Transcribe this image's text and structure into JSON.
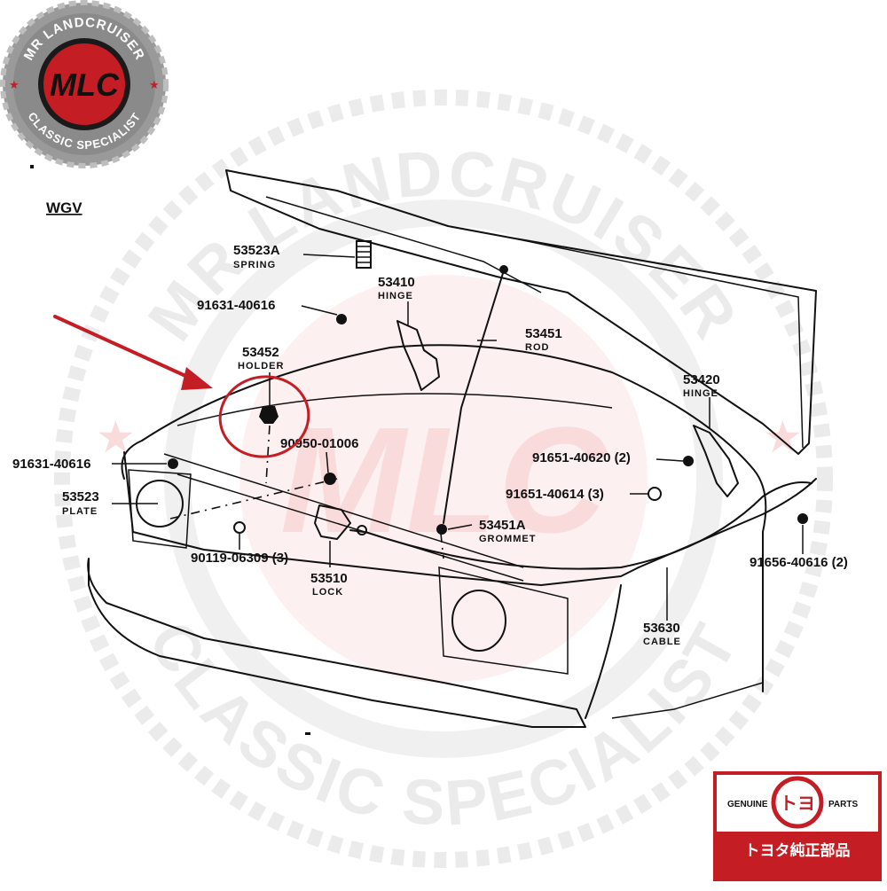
{
  "logo": {
    "top_text": "MR LANDCRUISER",
    "bottom_text": "CLASSIC SPECIALIST",
    "mark": "MLC",
    "badge_color": "#c41e24",
    "ring_color": "#8a8a8a"
  },
  "watermark": {
    "top_text": "MR LANDCRUISER",
    "bottom_text": "CLASSIC SPECIALIST",
    "mark": "MLC"
  },
  "diagram": {
    "model_code": "WGV",
    "highlight_color": "#c41e24",
    "highlighted_part": "53452",
    "parts": [
      {
        "number": "53523A",
        "name": "SPRING"
      },
      {
        "number": "53410",
        "name": "HINGE"
      },
      {
        "number": "91631-40616",
        "name": ""
      },
      {
        "number": "53451",
        "name": "ROD"
      },
      {
        "number": "53452",
        "name": "HOLDER"
      },
      {
        "number": "53420",
        "name": "HINGE"
      },
      {
        "number": "90950-01006",
        "name": ""
      },
      {
        "number": "91651-40620 (2)",
        "name": ""
      },
      {
        "number": "91631-40616",
        "name": ""
      },
      {
        "number": "91651-40614 (3)",
        "name": ""
      },
      {
        "number": "53523",
        "name": "PLATE"
      },
      {
        "number": "53451A",
        "name": "GROMMET"
      },
      {
        "number": "90119-06309 (3)",
        "name": ""
      },
      {
        "number": "91656-40616 (2)",
        "name": ""
      },
      {
        "number": "53510",
        "name": "LOCK"
      },
      {
        "number": "53630",
        "name": "CABLE"
      }
    ]
  },
  "genuine_badge": {
    "left": "GENUINE",
    "right": "PARTS",
    "emblem": "トヨ",
    "footer": "トヨタ純正部品",
    "color": "#c41e24"
  }
}
